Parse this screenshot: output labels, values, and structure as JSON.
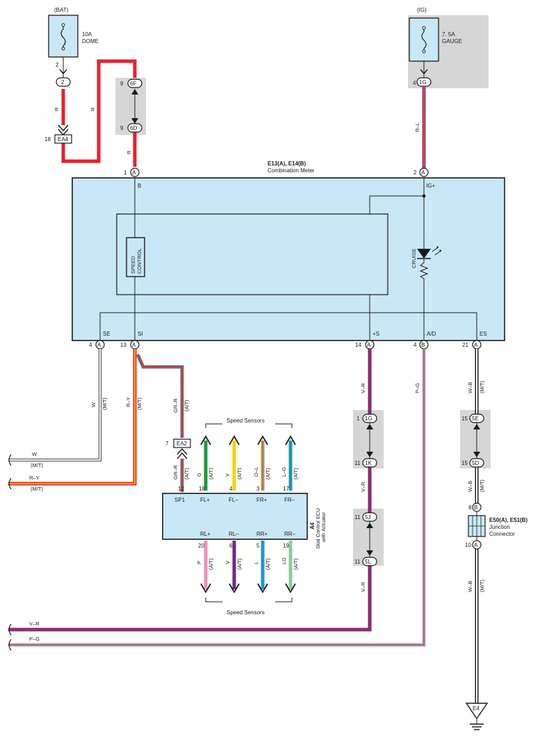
{
  "fuses": {
    "bat": {
      "supply": "(BAT)",
      "rating": "10A",
      "name": "DOME",
      "pin": "2"
    },
    "ig": {
      "supply": "(IG)",
      "rating": "7. 5A",
      "name": "GAUGE",
      "pin": "4"
    }
  },
  "connectors": {
    "c2": "2",
    "ea4": "EA4",
    "ea4_pin": "18",
    "c6f": "6F",
    "c6f_pin": "9",
    "c6d": "6D",
    "c6d_pin": "9",
    "c1g_top": "1G",
    "c1g_top_pin": "4",
    "ea2": "EA2",
    "ea2_pin": "7",
    "c1g": "1G",
    "c1g_pin": "1",
    "c1k": "1K",
    "c1k_pin": "11",
    "c5j": "5J",
    "c5j_pin": "11",
    "c5l": "5L",
    "c5l_pin": "11",
    "c5e": "5E",
    "c5e_pin": "15",
    "c5d": "5D",
    "c5d_pin": "15",
    "jb_top": "B",
    "jb_top_pin": "8",
    "jb_bot": "A",
    "jb_bot_pin": "10"
  },
  "wire_colors": {
    "r1": "R",
    "r2": "R",
    "r3": "R",
    "rl": "R–L",
    "w": "W",
    "mt": "(M/T)",
    "at": "(A/T)",
    "ry": "R–Y",
    "grr": "GR–R",
    "vr": "V–R",
    "pg": "P–G",
    "wb": "W–B",
    "g": "G",
    "y": "Y",
    "ol": "O–L",
    "lg": "L–G",
    "p": "P",
    "v": "V",
    "l": "L",
    "lgr": "LG"
  },
  "meter": {
    "code": "E13(A), E14(B)",
    "name": "Combination Meter",
    "terminals": {
      "b": "B",
      "ig": "IG+",
      "se": "SE",
      "si": "SI",
      "s": "+S",
      "ad": "A/D",
      "es": "ES"
    },
    "pins": {
      "b_pin": "1",
      "b_conn": "A",
      "ig_pin": "2",
      "ig_conn": "A",
      "se_pin": "4",
      "se_conn": "A",
      "si_pin": "13",
      "si_conn": "A",
      "s_pin": "14",
      "s_conn": "A",
      "ad_pin": "4",
      "ad_conn": "B",
      "es_pin": "21",
      "es_conn": "A"
    },
    "speed_control": [
      "SPEED",
      "CONTROL"
    ],
    "cruise": "CRUISE"
  },
  "ecu": {
    "code": "A4",
    "name": [
      "Skid Control ECU",
      "with Actuator"
    ],
    "top_terms": [
      "SP1",
      "FL+",
      "FL–",
      "FR+",
      "FR–"
    ],
    "top_pins": [
      "12",
      "18",
      "4",
      "3",
      "17"
    ],
    "bot_terms": [
      "RL+",
      "RL–",
      "RR+",
      "RR–"
    ],
    "bot_pins": [
      "20",
      "6",
      "5",
      "19"
    ]
  },
  "speed_sensors_top": "Speed Sensors",
  "speed_sensors_bottom": "Speed Sensors",
  "junction": {
    "code": "E50(A), E51(B)",
    "name": [
      "Junction",
      "Connector"
    ]
  },
  "ground": "E4",
  "left_exits": {
    "w": "W",
    "w_mt": "(M/T)",
    "ry": "R–Y",
    "ry_mt": "(M/T)",
    "vr": "V–R",
    "pg": "P–G"
  },
  "colors": {
    "red": "#e8202a",
    "yellow": "#f2d500",
    "green": "#1a9a3c",
    "violet": "#6a2a8c",
    "pink": "#ee8fb8",
    "blue": "#1a9ad6",
    "orange": "#f28c1e",
    "meter_fill": "#c9e8f7",
    "connector_bg": "#d6d6d6"
  }
}
